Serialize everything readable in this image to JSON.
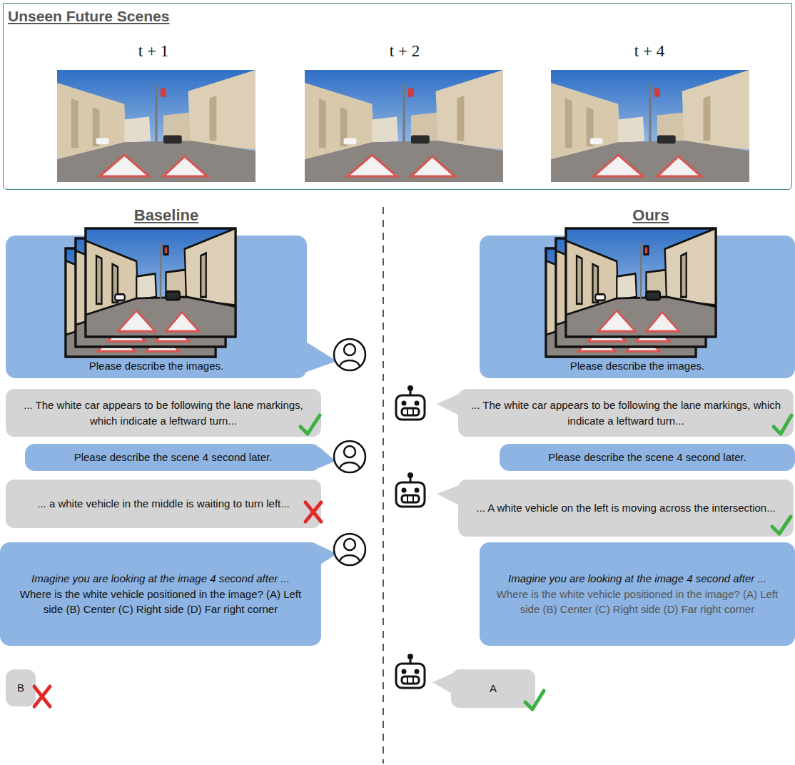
{
  "diagram": {
    "nodes": [
      {
        "text": [
          "Unseen Future Scenes"
        ]
      },
      {
        "text": [
          "Please describe the images."
        ]
      },
      {
        "text": [
          "... The white car appears to be following the lane markings, which indicate a leftward turn..."
        ]
      },
      {
        "text": [
          "Please describe the scene 4 second later."
        ]
      },
      {
        "text": [
          "... a white vehicle in the middle is waiting to turn left..."
        ]
      },
      {
        "text": [
          "Imagine you are looking at the image 4 second after ...",
          "Where is the white vehicle positioned in the image? (A) Left side (B) Center (C) Right side (D) Far right corner"
        ]
      },
      {
        "text": [
          "B"
        ]
      },
      {
        "text": [
          "Please describe the images."
        ]
      },
      {
        "text": [
          "... The white car appears to be following the lane markings, which indicate a leftward turn..."
        ]
      },
      {
        "text": [
          "Please describe the scene 4 second later."
        ]
      },
      {
        "text": [
          "... A white vehicle on the left is moving across the intersection..."
        ]
      },
      {
        "text": [
          "Imagine you are looking at the image 4 second after ...",
          "Where is the white vehicle positioned in the image? (A) Left side (B) Center (C) Right side (D) Far right corner"
        ]
      },
      {
        "text": [
          "A"
        ]
      }
    ],
    "labels": [
      "t + 1",
      "t + 2",
      "t + 4",
      "Baseline",
      "Ours"
    ]
  }
}
